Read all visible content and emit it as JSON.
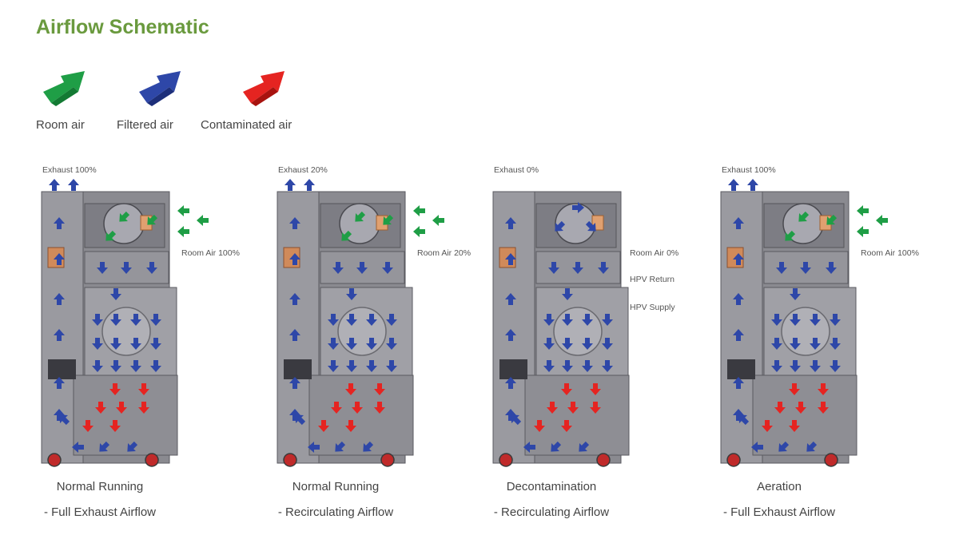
{
  "title": "Airflow Schematic",
  "legend": [
    {
      "label": "Room air",
      "color": "#1f9e46",
      "icon": "green-arrow-icon"
    },
    {
      "label": "Filtered air",
      "color": "#2e47a8",
      "icon": "blue-arrow-icon"
    },
    {
      "label": "Contaminated air",
      "color": "#e52421",
      "icon": "red-arrow-icon"
    }
  ],
  "panels": [
    {
      "exhaust": "Exhaust 100%",
      "room_air": "Room Air 100%",
      "caption1": "Normal Running",
      "caption2": "- Full Exhaust Airflow",
      "exhaust_arrows": true,
      "room_arrows": true
    },
    {
      "exhaust": "Exhaust 20%",
      "room_air": "Room Air 20%",
      "caption1": "Normal Running",
      "caption2": "- Recirculating Airflow",
      "exhaust_arrows": true,
      "room_arrows": true
    },
    {
      "exhaust": "Exhaust 0%",
      "room_air": "Room Air 0%",
      "hpv_return": "HPV Return",
      "hpv_supply": "HPV Supply",
      "caption1": "Decontamination",
      "caption2": "- Recirculating Airflow",
      "exhaust_arrows": false,
      "room_arrows": false
    },
    {
      "exhaust": "Exhaust 100%",
      "room_air": "Room Air 100%",
      "caption1": "Aeration",
      "caption2": "- Full Exhaust Airflow",
      "exhaust_arrows": true,
      "room_arrows": true
    }
  ]
}
